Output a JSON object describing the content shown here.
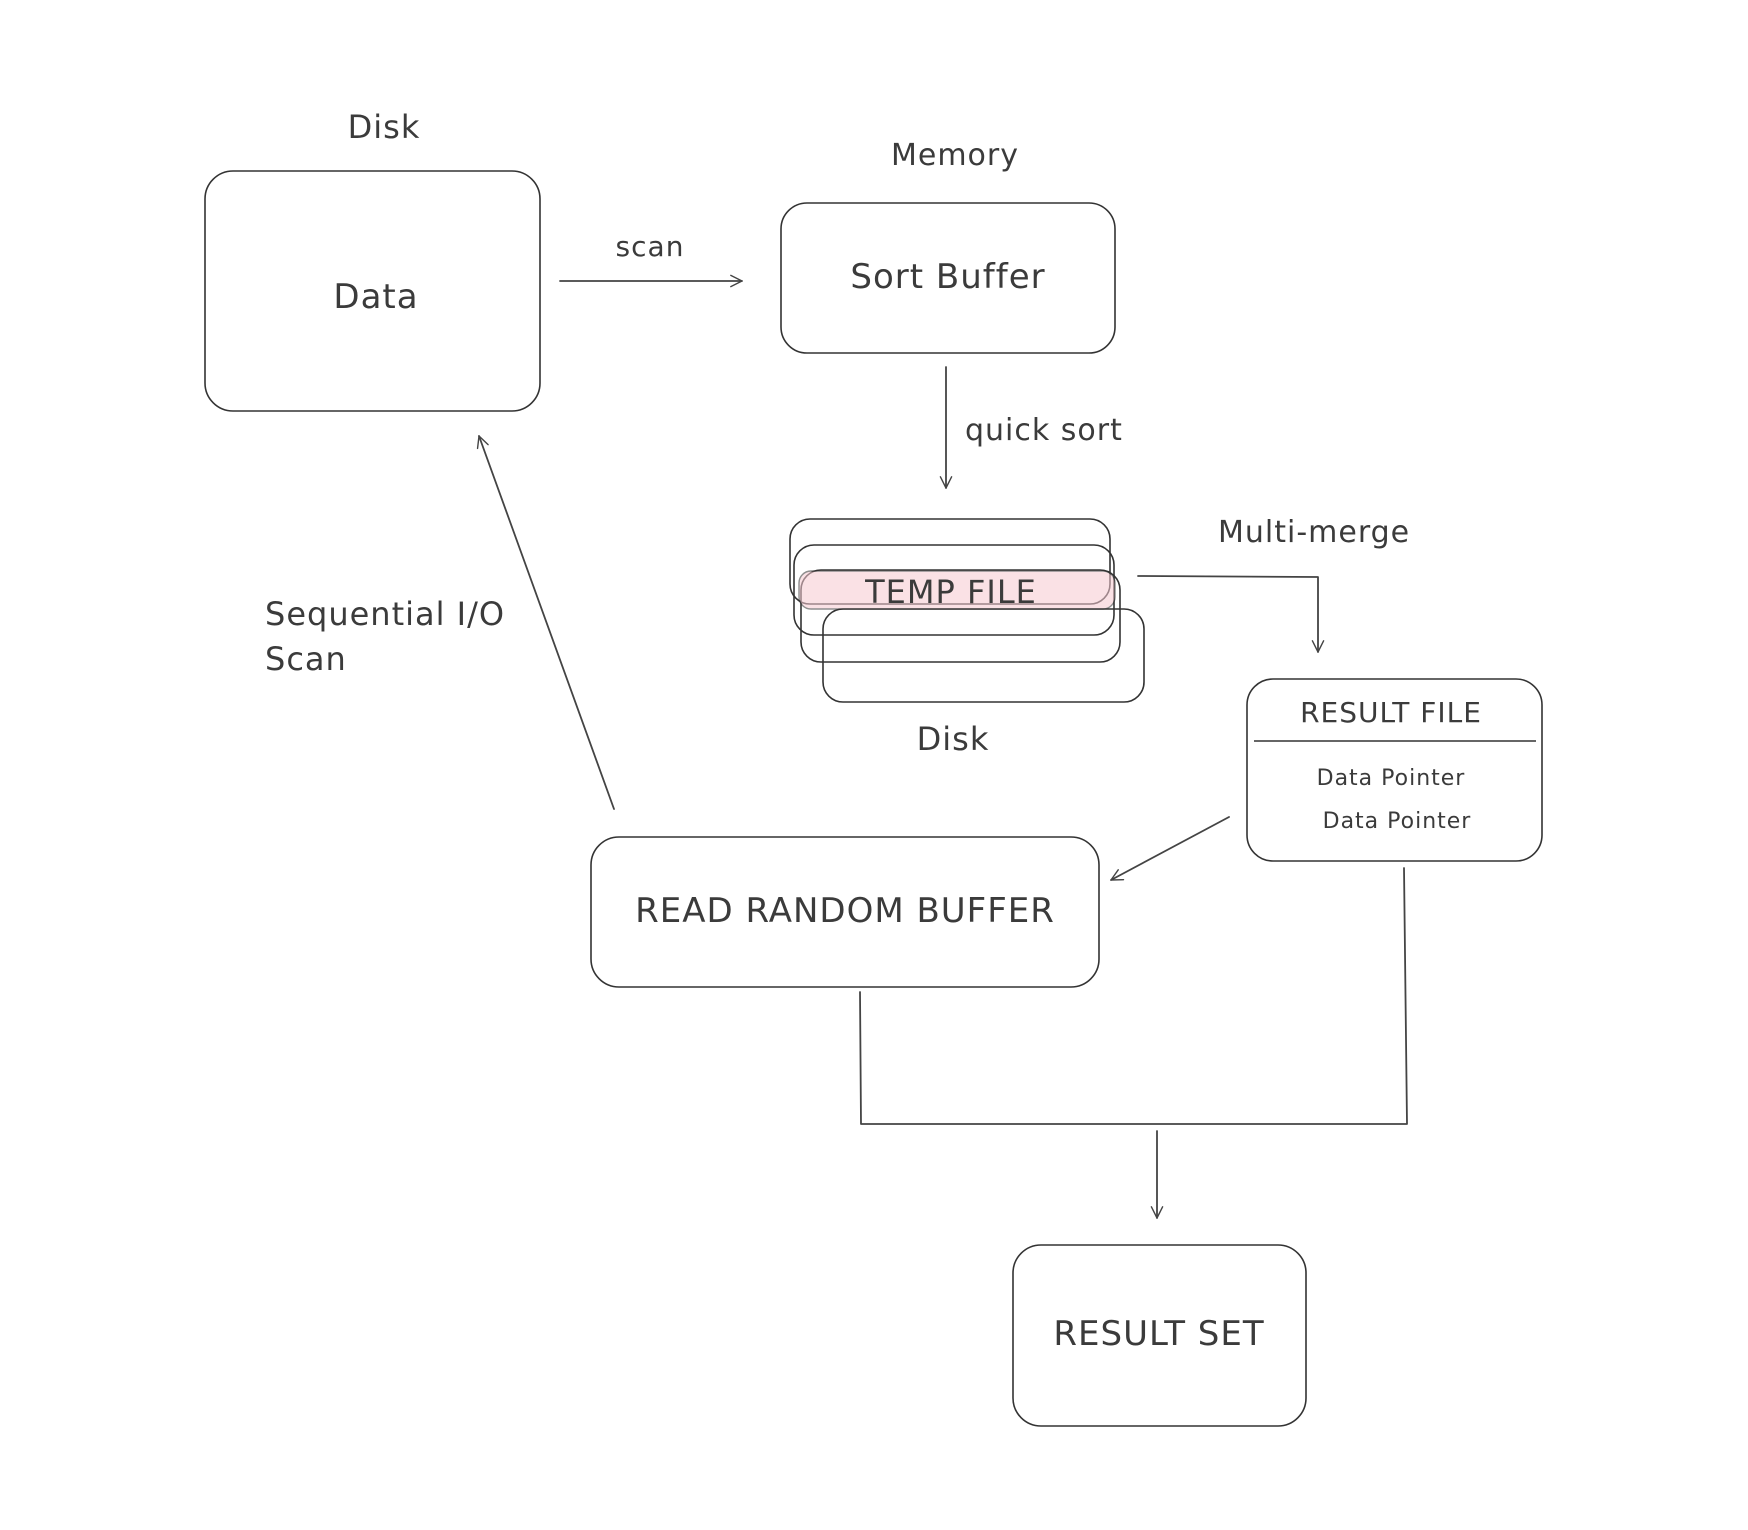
{
  "colors": {
    "pink_fill": "#f7d6dc",
    "blue_fill": "#d6e7f7",
    "stroke": "#333333",
    "text": "#3b3b3b"
  },
  "labels": {
    "disk_top": "Disk",
    "memory": "Memory",
    "disk_bottom": "Disk"
  },
  "nodes": {
    "data": "Data",
    "sort_buffer": "Sort Buffer",
    "temp_file": "TEMP FILE",
    "result_file": {
      "title": "RESULT FILE",
      "rows": [
        "Data Pointer",
        "Data Pointer"
      ]
    },
    "read_random_buffer": "READ RANDOM BUFFER",
    "result_set": "RESULT SET"
  },
  "edges": {
    "scan": "scan",
    "quick_sort": "quick sort",
    "multi_merge": "Multi-merge",
    "sequential_io_line1": "Sequential I/O",
    "sequential_io_line2": "Scan"
  }
}
